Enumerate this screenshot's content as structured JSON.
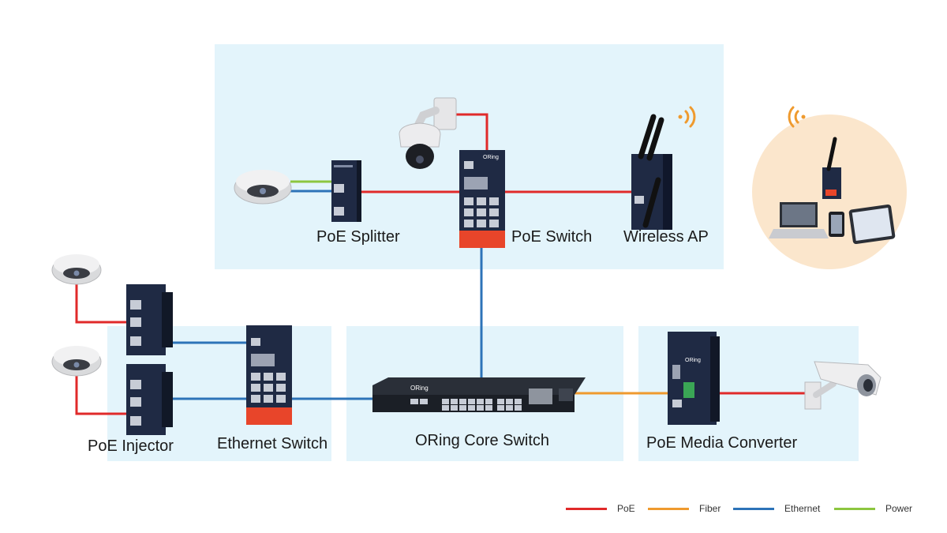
{
  "labels": {
    "poe_splitter": "PoE Splitter",
    "poe_switch": "PoE Switch",
    "wireless_ap": "Wireless AP",
    "poe_injector": "PoE Injector",
    "ethernet_switch": "Ethernet Switch",
    "core_switch": "ORing Core Switch",
    "media_converter": "PoE Media Converter"
  },
  "device_brand": "ORing",
  "legend": [
    {
      "key": "poe",
      "label": "PoE",
      "color": "#e02a2a"
    },
    {
      "key": "fiber",
      "label": "Fiber",
      "color": "#ef9a2e"
    },
    {
      "key": "ethernet",
      "label": "Ethernet",
      "color": "#2d73b8"
    },
    {
      "key": "power",
      "label": "Power",
      "color": "#8cc63f"
    }
  ],
  "colors": {
    "zone": "#e3f4fb",
    "client_circle": "#fbe6cc",
    "wifi": "#ef9a2e",
    "device_body": "#1f2a44",
    "device_accent": "#e8452a"
  },
  "icons": [
    "dome-camera-icon",
    "ptz-camera-icon",
    "bullet-camera-icon",
    "wifi-signal-icon",
    "laptop-icon",
    "tablet-icon",
    "phone-icon"
  ]
}
